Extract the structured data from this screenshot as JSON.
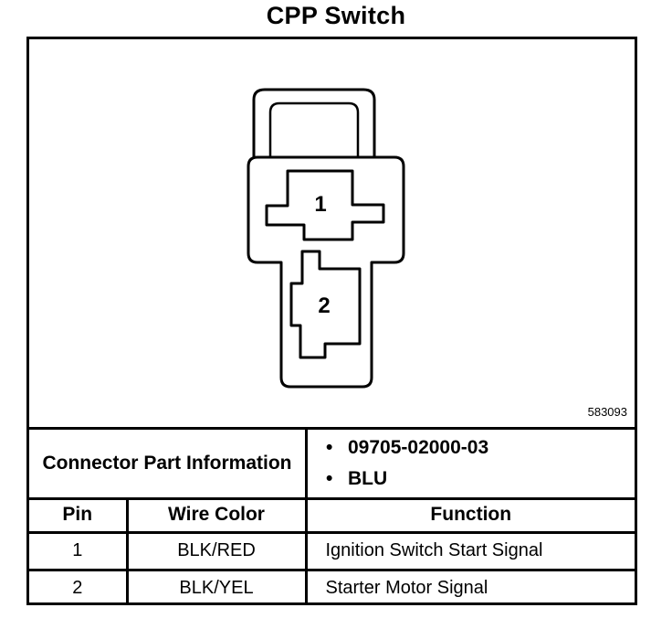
{
  "title": "CPP Switch",
  "diagram": {
    "part_number": "583093",
    "cavities": [
      "1",
      "2"
    ]
  },
  "connector_info": {
    "label": "Connector Part Information",
    "values": [
      "09705-02000-03",
      "BLU"
    ]
  },
  "pin_table": {
    "headers": [
      "Pin",
      "Wire Color",
      "Function"
    ],
    "rows": [
      [
        "1",
        "BLK/RED",
        "Ignition Switch Start Signal"
      ],
      [
        "2",
        "BLK/YEL",
        "Starter Motor Signal"
      ]
    ]
  }
}
